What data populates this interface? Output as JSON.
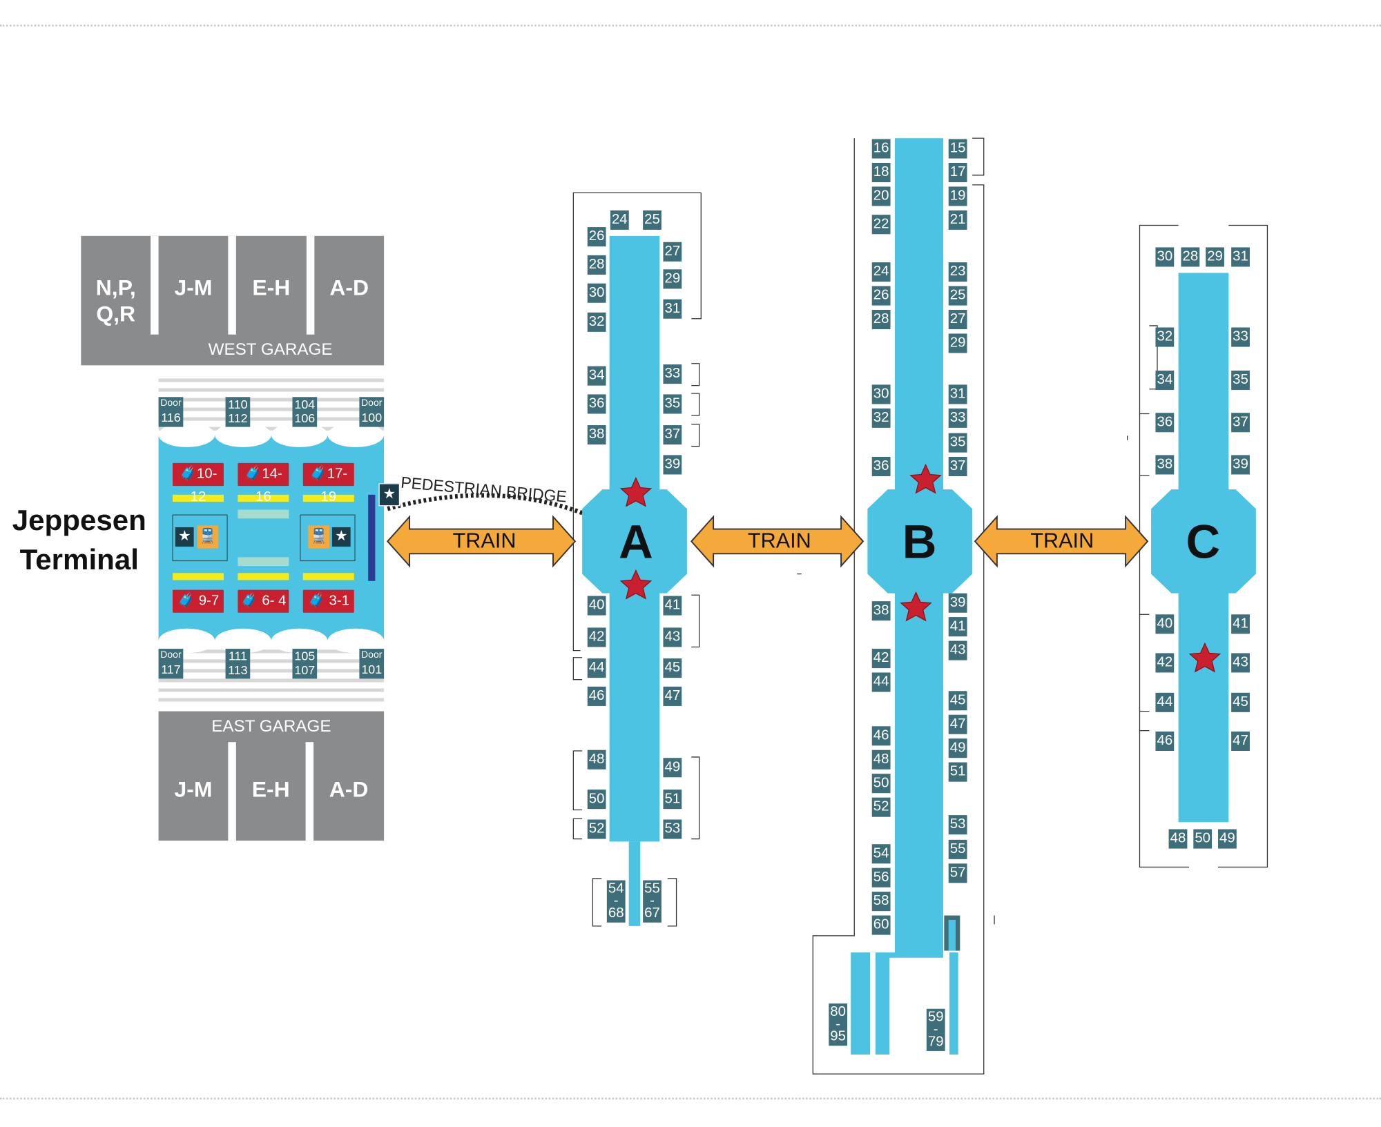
{
  "terminal": {
    "title_line1": "Jeppesen",
    "title_line2": "Terminal",
    "bridge_label": "PEDESTRIAN BRIDGE",
    "baggage": {
      "top": [
        "10-12",
        "14-16",
        "17-19"
      ],
      "bottom": [
        "9-7",
        "6- 4",
        "3-1"
      ]
    },
    "doors_top": [
      {
        "l1": "Door",
        "l2": "116"
      },
      {
        "l1": "110",
        "l2": "112"
      },
      {
        "l1": "104",
        "l2": "106"
      },
      {
        "l1": "Door",
        "l2": "100"
      }
    ],
    "doors_bottom": [
      {
        "l1": "Door",
        "l2": "117"
      },
      {
        "l1": "111",
        "l2": "113"
      },
      {
        "l1": "105",
        "l2": "107"
      },
      {
        "l1": "Door",
        "l2": "101"
      }
    ]
  },
  "west_garage": {
    "name": "WEST GARAGE",
    "sections": [
      "N,P,\nQ,R",
      "J-M",
      "E-H",
      "A-D"
    ]
  },
  "east_garage": {
    "name": "EAST GARAGE",
    "sections": [
      "J-M",
      "E-H",
      "A-D"
    ]
  },
  "train_label": "TRAIN",
  "concourse_a": {
    "letter": "A",
    "gates_left": [
      "26",
      "28",
      "30",
      "32",
      "34",
      "36",
      "38",
      "40",
      "42",
      "44",
      "46",
      "48",
      "50",
      "52"
    ],
    "gates_right": [
      "27",
      "29",
      "31",
      "33",
      "35",
      "37",
      "39",
      "41",
      "43",
      "45",
      "47",
      "49",
      "51",
      "53"
    ],
    "gates_top": [
      "24",
      "25"
    ],
    "gates_tail": [
      {
        "top": "54",
        "bot": "68"
      },
      {
        "top": "55",
        "bot": "67"
      }
    ]
  },
  "concourse_b": {
    "letter": "B",
    "gates_left": [
      "16",
      "18",
      "20",
      "22",
      "24",
      "26",
      "28",
      "30",
      "32",
      "36",
      "38",
      "42",
      "44",
      "46",
      "48",
      "50",
      "52",
      "54",
      "56",
      "58",
      "60"
    ],
    "gates_right": [
      "15",
      "17",
      "19",
      "21",
      "23",
      "25",
      "27",
      "29",
      "31",
      "33",
      "35",
      "37",
      "39",
      "41",
      "43",
      "45",
      "47",
      "49",
      "51",
      "53",
      "55",
      "57"
    ],
    "gates_tail": [
      {
        "top": "80",
        "bot": "95"
      },
      {
        "top": "59",
        "bot": "79"
      }
    ]
  },
  "concourse_c": {
    "letter": "C",
    "gates_top": [
      "30",
      "28",
      "29",
      "31"
    ],
    "gates_left": [
      "32",
      "34",
      "36",
      "38",
      "40",
      "42",
      "44",
      "46"
    ],
    "gates_right": [
      "33",
      "35",
      "37",
      "39",
      "41",
      "43",
      "45",
      "47"
    ],
    "gates_bottom": [
      "48",
      "50",
      "49"
    ]
  },
  "colors": {
    "concourse": "#4dc3e3",
    "gate": "#3f6e7b",
    "garage": "#8a8b8d",
    "train_arrow": "#f5a93b",
    "baggage": "#c8202f",
    "star": "#c8202f",
    "yellow_bar": "#f4ec1a"
  }
}
